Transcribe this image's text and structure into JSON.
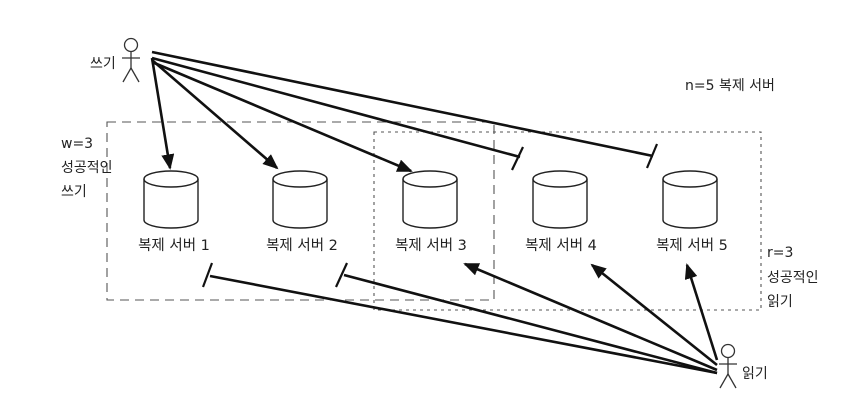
{
  "writer_label": "쓰기",
  "reader_label": "읽기",
  "n_label": "n=5 복제 서버",
  "write_quorum": {
    "line1": "w=3",
    "line2": "성공적인",
    "line3": "쓰기"
  },
  "read_quorum": {
    "line1": "r=3",
    "line2": "성공적인",
    "line3": "읽기"
  },
  "servers": [
    {
      "label": "복제 서버 1",
      "write_ok": true,
      "read_ok": false
    },
    {
      "label": "복제 서버 2",
      "write_ok": true,
      "read_ok": false
    },
    {
      "label": "복제 서버 3",
      "write_ok": true,
      "read_ok": true
    },
    {
      "label": "복제 서버 4",
      "write_ok": false,
      "read_ok": true
    },
    {
      "label": "복제 서버 5",
      "write_ok": false,
      "read_ok": true
    }
  ]
}
